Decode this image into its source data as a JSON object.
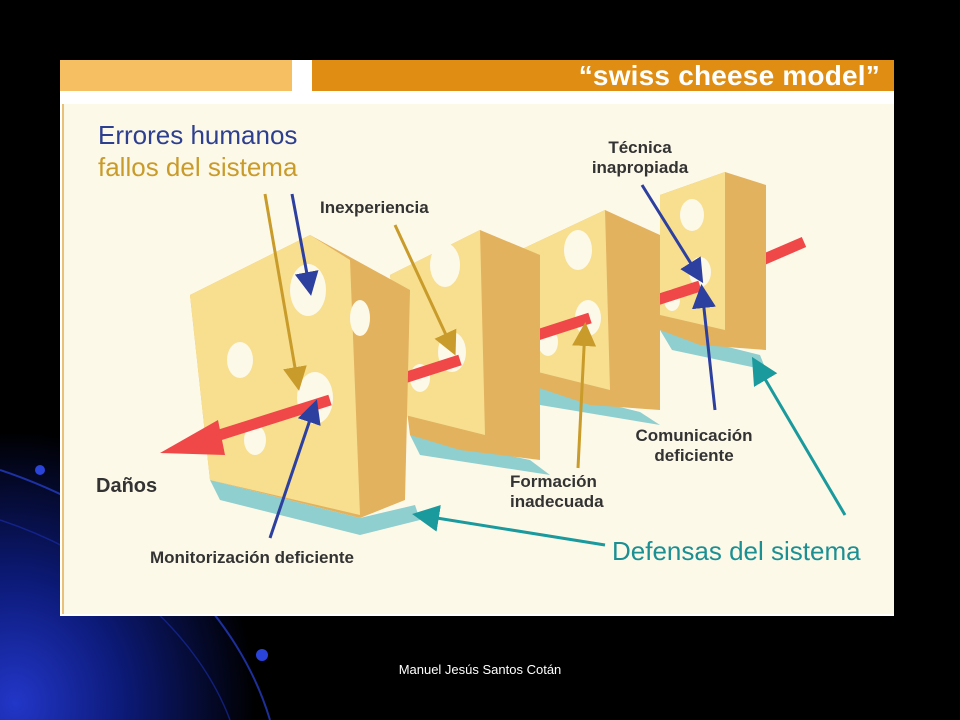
{
  "slide": {
    "title": "“swiss cheese model”",
    "footer": "Manuel Jesús Santos Cotán"
  },
  "diagram": {
    "heading_line1": "Errores humanos",
    "heading_line2": "fallos del sistema",
    "labels": {
      "inexperiencia": "Inexperiencia",
      "tecnica_line1": "Técnica",
      "tecnica_line2": "inapropiada",
      "comunicacion_line1": "Comunicación",
      "comunicacion_line2": "deficiente",
      "formacion_line1": "Formación",
      "formacion_line2": "inadecuada",
      "danos": "Daños",
      "monitorizacion": "Monitorización deficiente",
      "defensas": "Defensas del sistema"
    }
  },
  "colors": {
    "cheese_face": "#f7df8f",
    "cheese_side": "#e2b25f",
    "shadow": "#8fcfcf",
    "arrow_red": "#f04848",
    "blue_arrow": "#2d3f9f",
    "gold_arrow": "#c99b2a",
    "teal_arrow": "#1b9a9d"
  }
}
